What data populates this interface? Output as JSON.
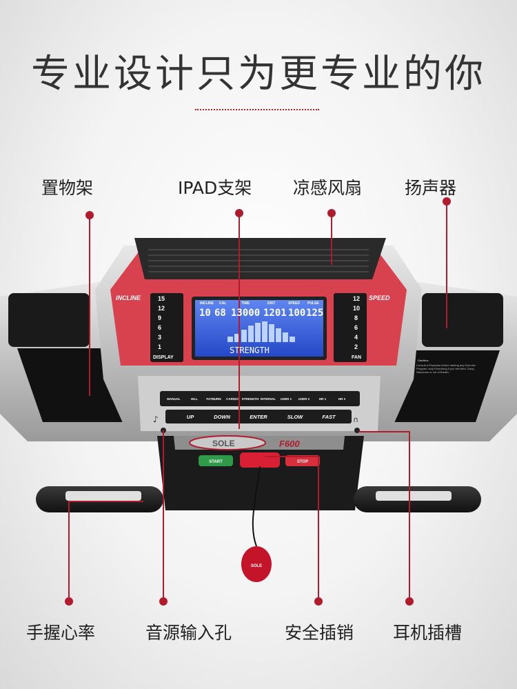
{
  "title": "专业设计只为更专业的你",
  "labels": {
    "shelf": "置物架",
    "ipad_holder": "IPAD支架",
    "cooling_fan": "凉感风扇",
    "speaker": "扬声器",
    "hand_pulse": "手握心率",
    "audio_input": "音源输入孔",
    "safety_key": "安全插销",
    "headphone_jack": "耳机插槽"
  },
  "console": {
    "incline_label": "INCLINE",
    "speed_label": "SPEED",
    "incline_levels": [
      "15",
      "12",
      "9",
      "6",
      "3",
      "1"
    ],
    "speed_levels": [
      "12",
      "10",
      "8",
      "6",
      "4",
      "2"
    ],
    "display_key": "DISPLAY",
    "fan_key": "FAN",
    "lcd_headers": [
      "INCLINE",
      "CAL",
      "TIME",
      "DIST",
      "SPEED",
      "PULSE"
    ],
    "lcd_values": [
      "10",
      "68",
      "13000",
      "1201",
      "100",
      "125"
    ],
    "lcd_program_text": "STRENGTH",
    "program_keys": [
      "MANUAL",
      "HILL",
      "FATBURN",
      "CARDIO",
      "STRENGTH",
      "INTERVAL",
      "USER 1",
      "USER 2",
      "HR 1",
      "HR 2"
    ],
    "control_keys": [
      "UP",
      "DOWN",
      "ENTER",
      "SLOW",
      "FAST"
    ],
    "brand": "SOLE",
    "model": "F600",
    "start_key": "START",
    "stop_key": "STOP",
    "safety_tag": "SOLE",
    "warning_title": "Caution:",
    "warning_text": "Consult a Physician before starting any Exercise Program; stop Exercising if you feel faint, Dizzy, Nauseous or out of Breath."
  },
  "colors": {
    "accent_red": "#b01c2e",
    "lcd_blue": "#2f5bd8",
    "start_green": "#2e9a4a"
  }
}
